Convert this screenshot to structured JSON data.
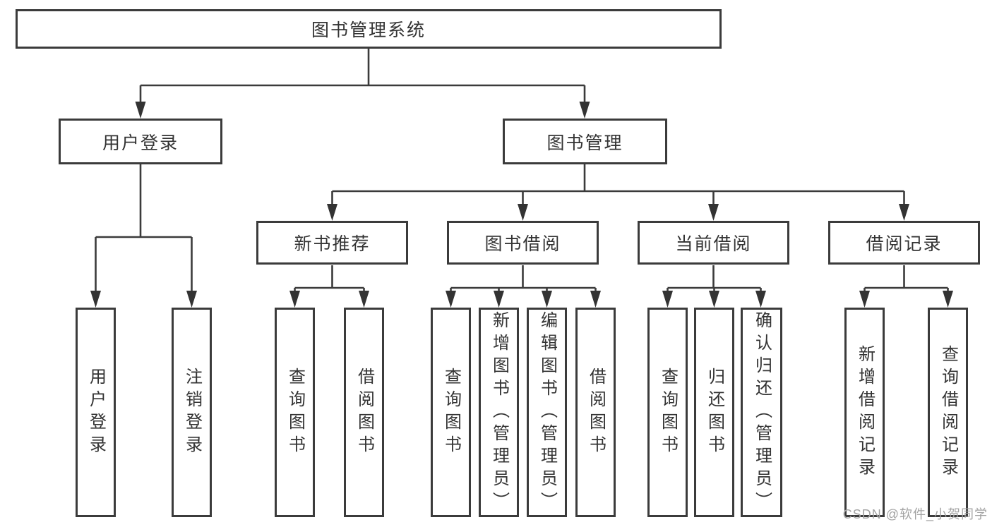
{
  "diagram": {
    "root": {
      "label": "图书管理系统"
    },
    "level2": [
      {
        "label": "用户登录"
      },
      {
        "label": "图书管理"
      }
    ],
    "level3": [
      {
        "label": "新书推荐"
      },
      {
        "label": "图书借阅"
      },
      {
        "label": "当前借阅"
      },
      {
        "label": "借阅记录"
      }
    ],
    "leaves": {
      "user_login": [
        {
          "label": "用户登录"
        },
        {
          "label": "注销登录"
        }
      ],
      "new_book": [
        {
          "label": "查询图书"
        },
        {
          "label": "借阅图书"
        }
      ],
      "book_borrow": [
        {
          "label": "查询图书"
        },
        {
          "label": "新增图书（管理员）"
        },
        {
          "label": "编辑图书（管理员）"
        },
        {
          "label": "借阅图书"
        }
      ],
      "current_borrow": [
        {
          "label": "查询图书"
        },
        {
          "label": "归还图书"
        },
        {
          "label": "确认归还（管理员）"
        }
      ],
      "borrow_record": [
        {
          "label": "新增借阅记录"
        },
        {
          "label": "查询借阅记录"
        }
      ]
    }
  },
  "watermark": {
    "text": "CSDN @软件_小贺同学"
  }
}
